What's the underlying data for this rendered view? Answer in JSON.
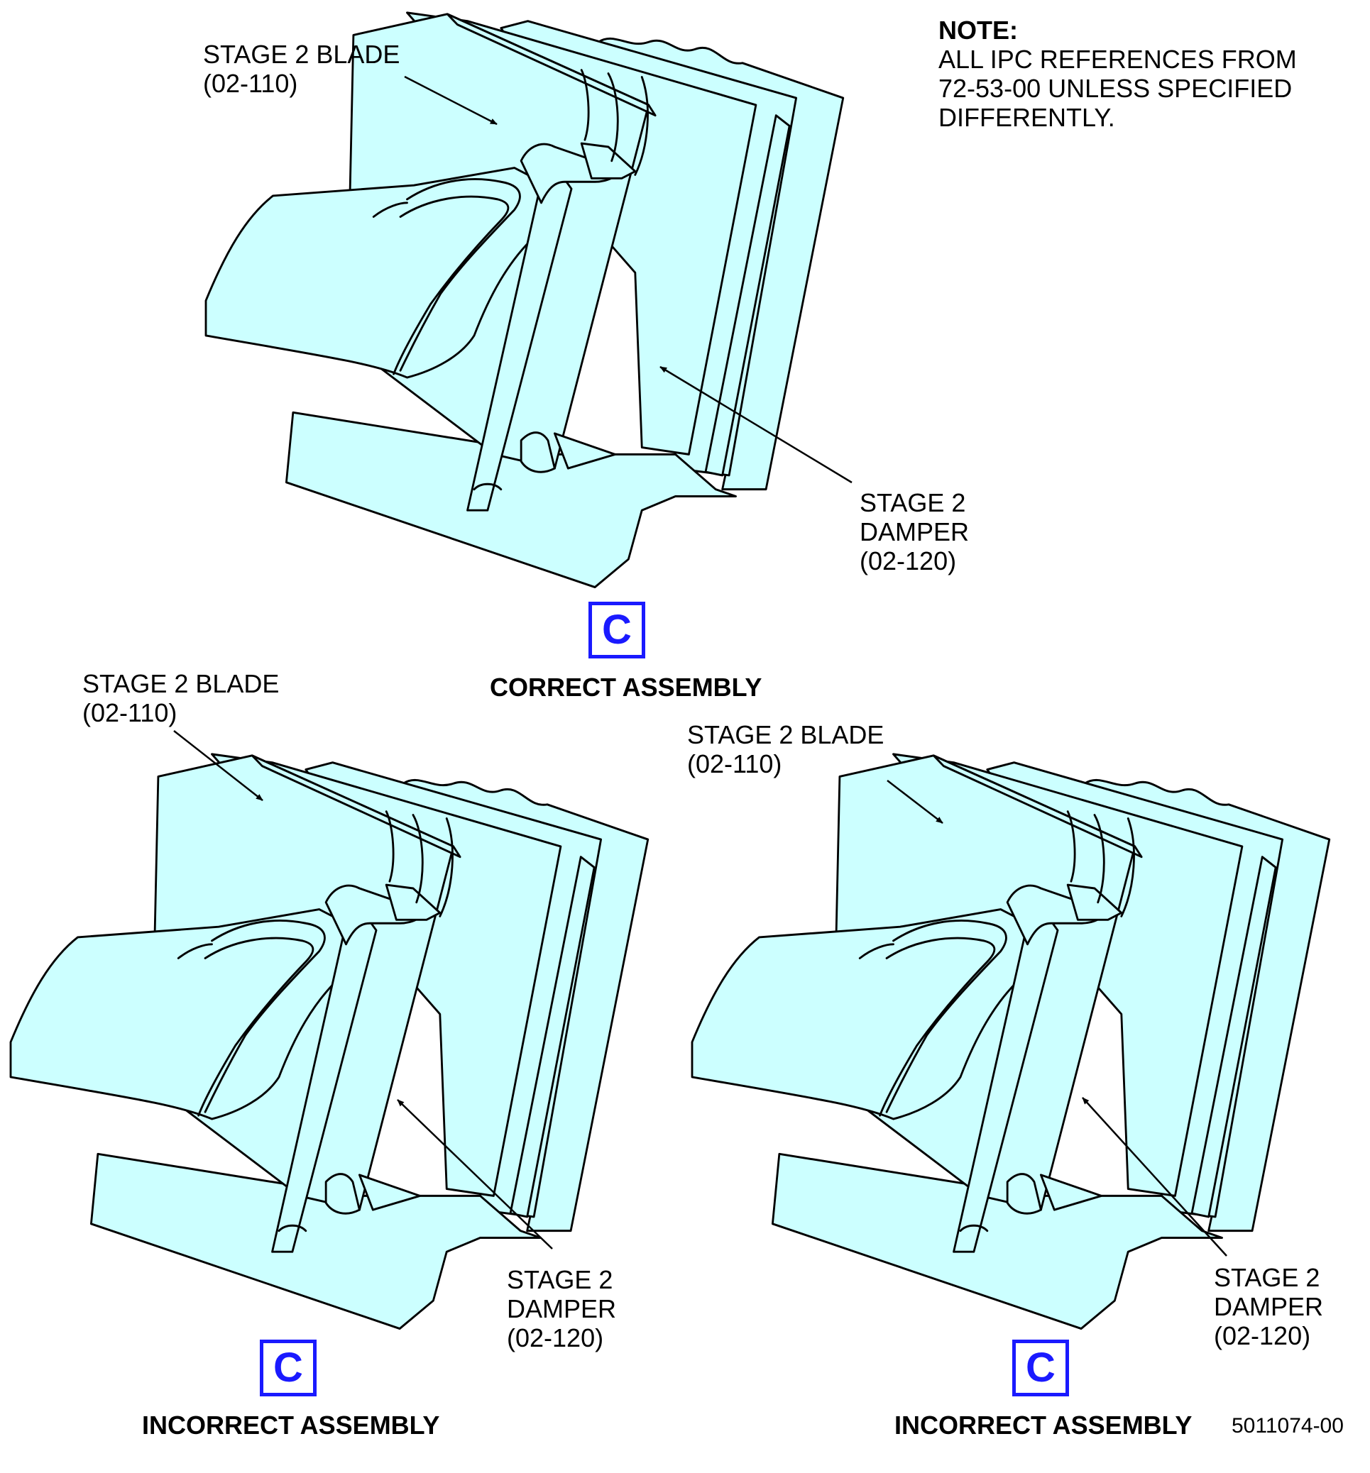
{
  "note": {
    "heading": "NOTE:",
    "line1": "ALL IPC REFERENCES FROM",
    "line2": "72-53-00 UNLESS SPECIFIED",
    "line3": "DIFFERENTLY."
  },
  "colors": {
    "part_fill": "#ccffff",
    "outline": "#000000",
    "callout_box": "#1a1aff"
  },
  "views": [
    {
      "blade_line1": "STAGE 2 BLADE",
      "blade_line2": "(02-110)",
      "damper_line1": "STAGE 2",
      "damper_line2": "DAMPER",
      "damper_line3": "(02-120)",
      "callout": "C",
      "caption": "CORRECT ASSEMBLY"
    },
    {
      "blade_line1": "STAGE 2 BLADE",
      "blade_line2": "(02-110)",
      "damper_line1": "STAGE 2",
      "damper_line2": "DAMPER",
      "damper_line3": "(02-120)",
      "callout": "C",
      "caption": "INCORRECT ASSEMBLY"
    },
    {
      "blade_line1": "STAGE 2 BLADE",
      "blade_line2": "(02-110)",
      "damper_line1": "STAGE 2",
      "damper_line2": "DAMPER",
      "damper_line3": "(02-120)",
      "callout": "C",
      "caption": "INCORRECT ASSEMBLY"
    }
  ],
  "figure_number": "5011074-00"
}
